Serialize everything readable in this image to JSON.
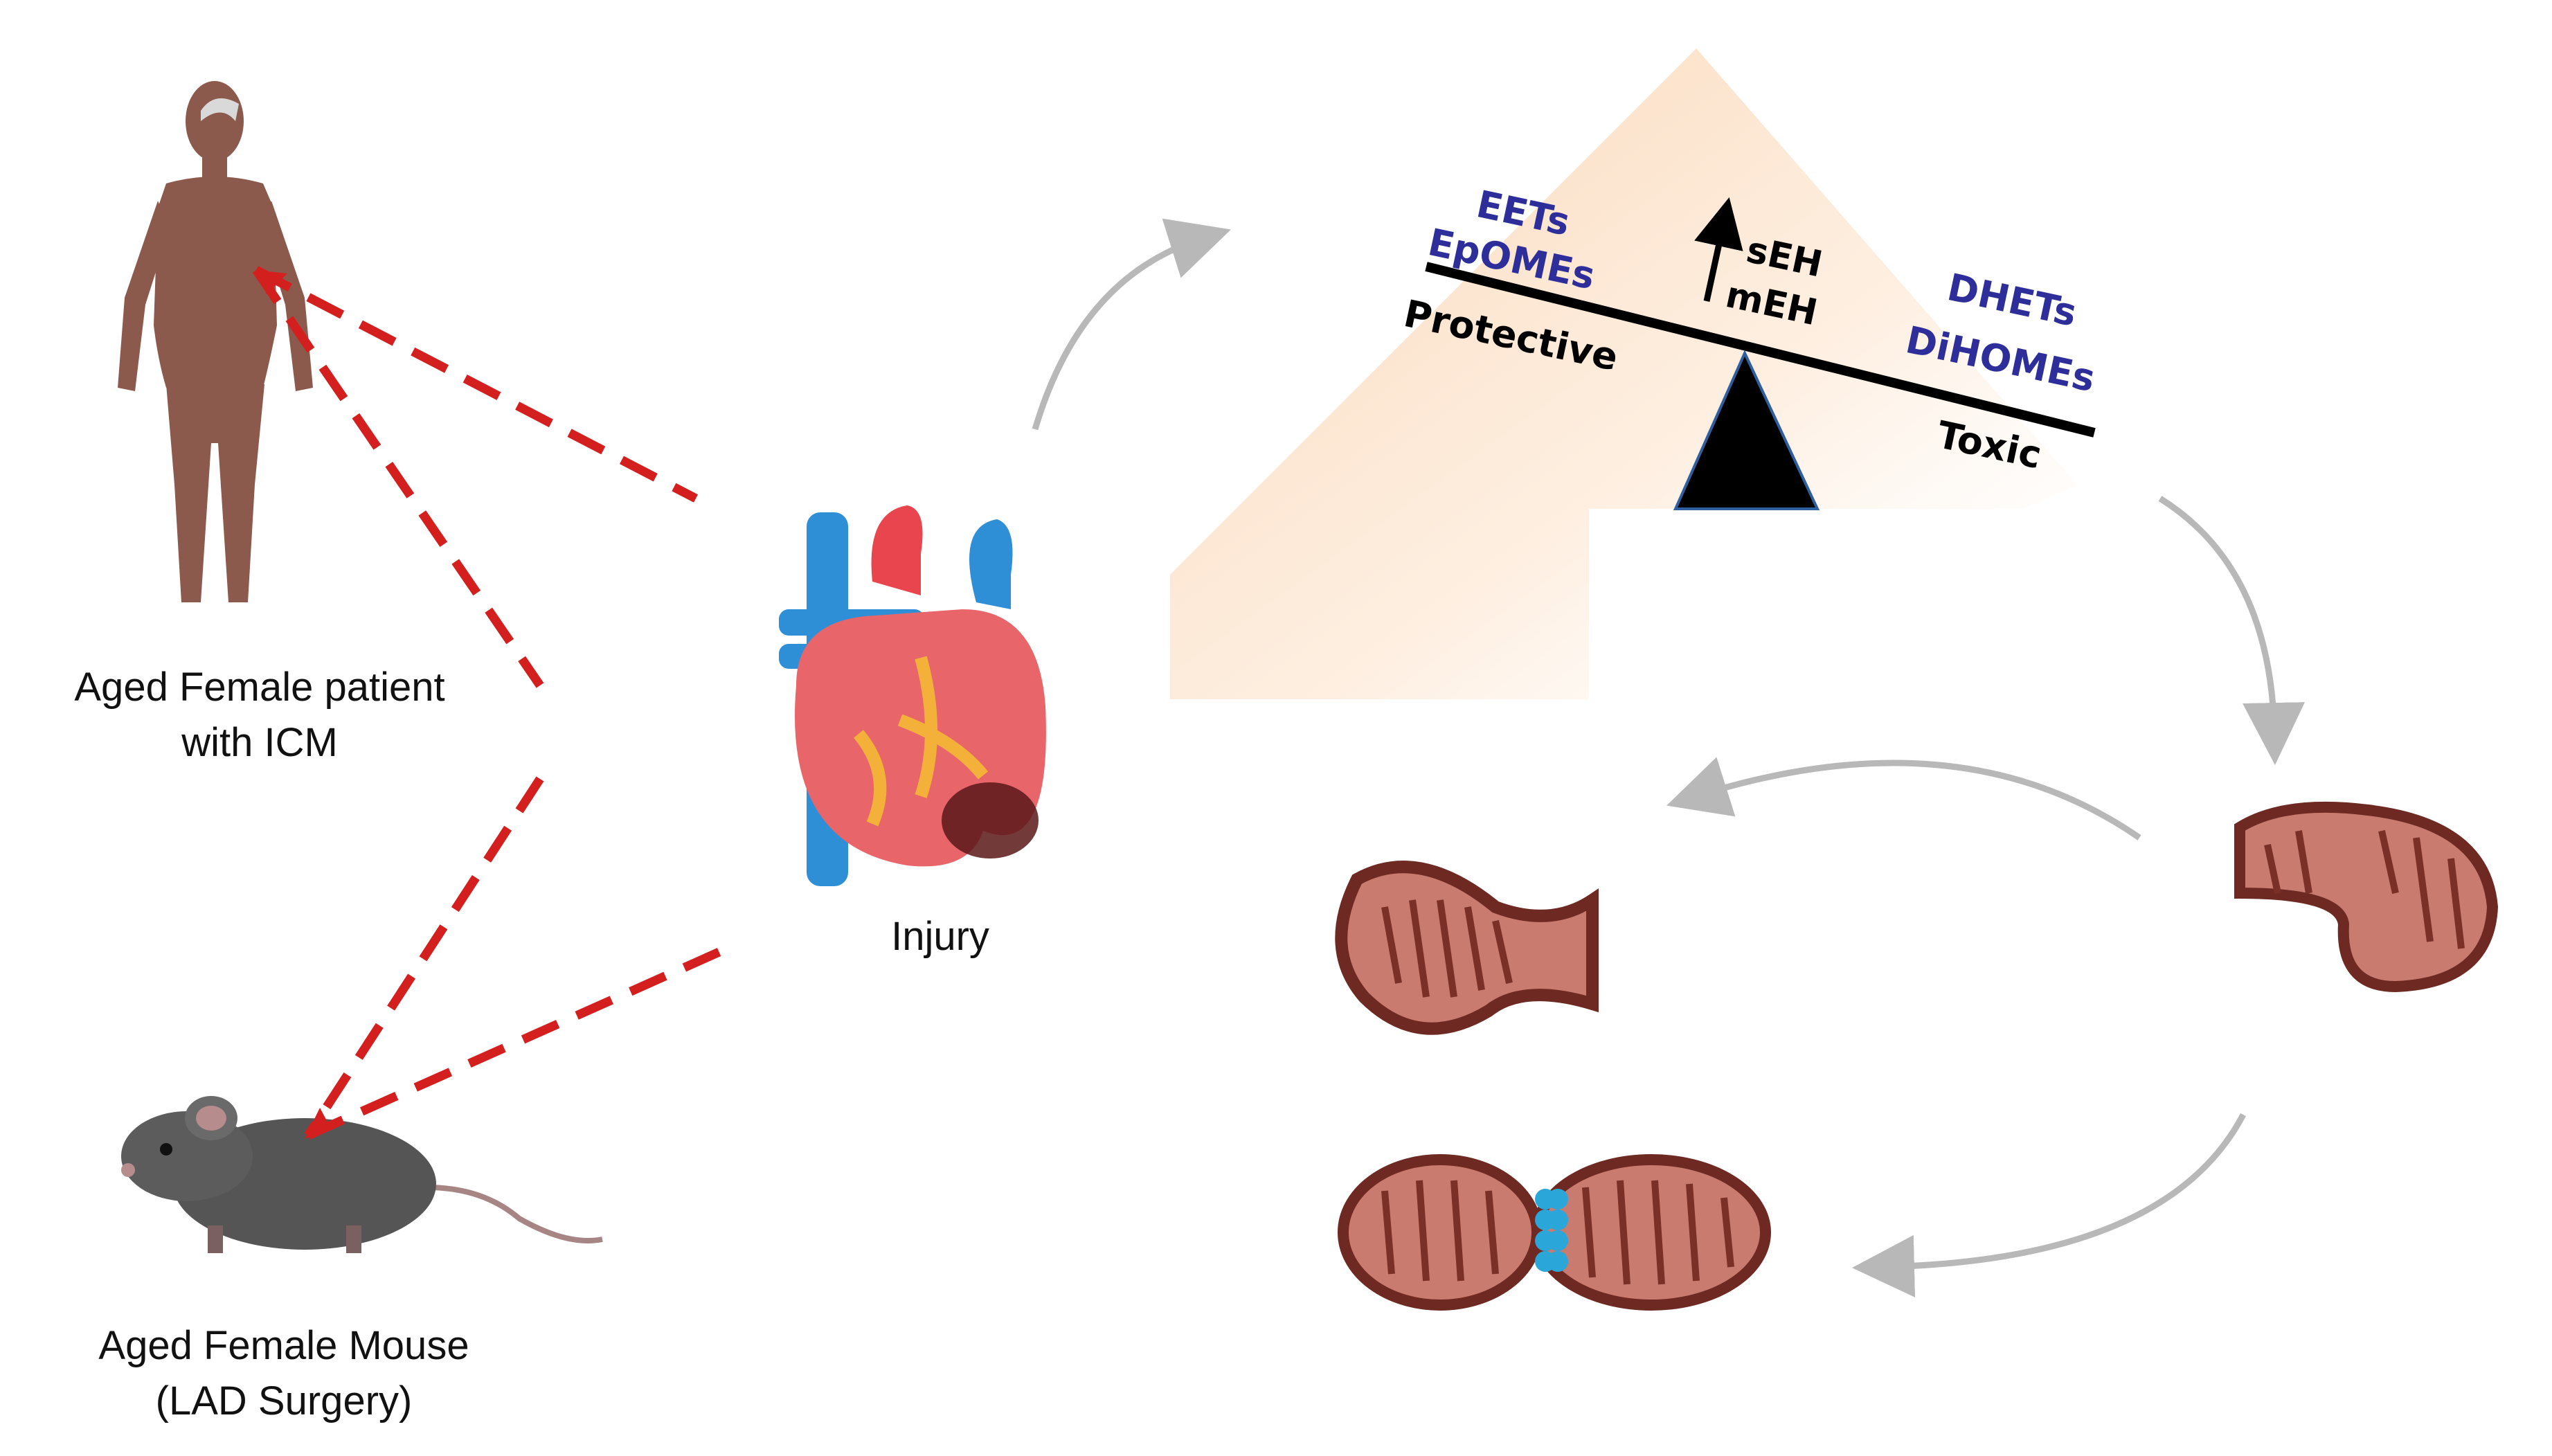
{
  "labels": {
    "patient_line1": "Aged Female patient",
    "patient_line2": "with ICM",
    "mouse_line1": "Aged Female Mouse",
    "mouse_line2": "(LAD Surgery)",
    "injury": "Injury"
  },
  "balance": {
    "left_top": "EETs",
    "left_bottom": "EpOMEs",
    "right_top": "DHETs",
    "right_bottom": "DiHOMEs",
    "enzyme_top": "sEH",
    "enzyme_bottom": "mEH",
    "protective": "Protective",
    "toxic": "Toxic"
  },
  "colors": {
    "dash_red": "#d41f1f",
    "metabolite_blue": "#2e2e9a",
    "skin": "#8b5a4d",
    "mito_fill": "#c97b70",
    "mito_edge": "#6e2a22",
    "fission_blue": "#2aa7d8",
    "arrow_gray": "#b8b8b8"
  }
}
